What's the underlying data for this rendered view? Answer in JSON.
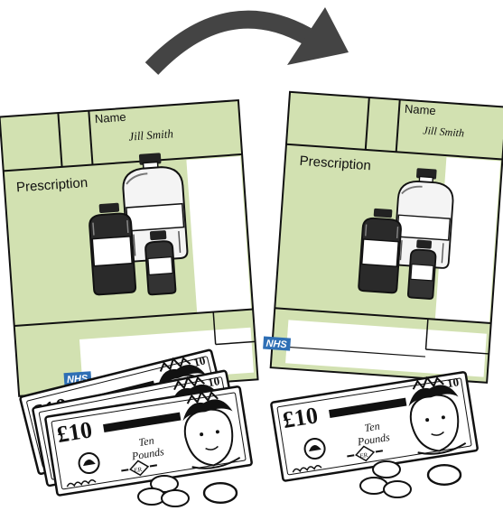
{
  "forms": [
    {
      "name_label": "Name",
      "patient_name": "Jill Smith",
      "heading": "Prescription",
      "logo": "NHS"
    },
    {
      "name_label": "Name",
      "patient_name": "Jill Smith",
      "heading": "Prescription",
      "logo": "NHS"
    }
  ],
  "banknote": {
    "value": "£10",
    "words_line1": "Ten",
    "words_line2": "Pounds",
    "cipher": "ER",
    "serial": "ᘏᘏᘏᘏ"
  },
  "colors": {
    "form_fill": "#d2e1b1",
    "arrow": "#444444",
    "nhs_blue": "#2e6fb5"
  },
  "icons": [
    "curved-arrow-icon",
    "medicine-bottles-icon",
    "banknote-icon",
    "coin-icon"
  ]
}
